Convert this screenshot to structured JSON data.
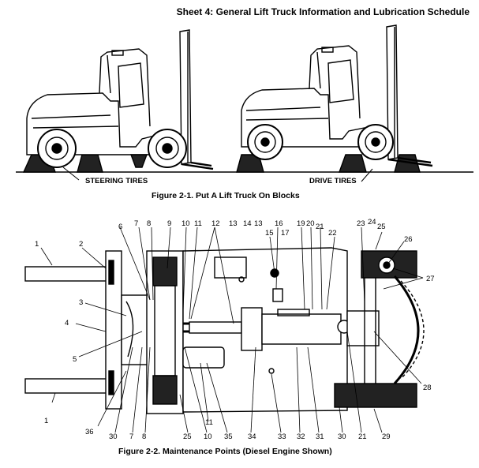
{
  "sheet_title": "Sheet 4: General Lift Truck Information and Lubrication Schedule",
  "figure1": {
    "caption": "Figure 2-1. Put A Lift Truck On Blocks",
    "label_left": "STEERING TIRES",
    "label_right": "DRIVE TIRES"
  },
  "figure2": {
    "caption": "Figure 2-2. Maintenance Points (Diesel Engine Shown)",
    "callouts": [
      "1",
      "2",
      "3",
      "4",
      "5",
      "6",
      "7",
      "8",
      "9",
      "10",
      "11",
      "12",
      "13",
      "14",
      "15",
      "16",
      "17",
      "19",
      "20",
      "21",
      "22",
      "23",
      "24",
      "25",
      "26",
      "27",
      "28",
      "29",
      "30",
      "31",
      "32",
      "33",
      "34",
      "35",
      "36"
    ],
    "top_row": [
      "6",
      "7",
      "8",
      "9",
      "10",
      "11",
      "12",
      "13",
      "14",
      "13",
      "15",
      "16",
      "17",
      "19",
      "20",
      "21",
      "22",
      "23",
      "24",
      "25"
    ],
    "bottom_row": [
      "36",
      "30",
      "7",
      "8",
      "25",
      "10",
      "35",
      "34",
      "33",
      "32",
      "31",
      "30",
      "21",
      "29"
    ],
    "left_side": [
      "1",
      "2",
      "3",
      "4",
      "5",
      "1"
    ],
    "right_side": [
      "26",
      "27",
      "28"
    ],
    "mid_right_single": "11"
  }
}
